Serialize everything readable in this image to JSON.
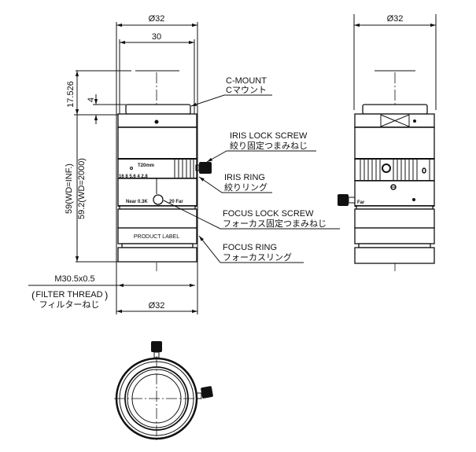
{
  "front_view": {
    "dims": {
      "outer_diameter_top": "Ø32",
      "mount_width": "30",
      "flange_back": "17.526",
      "mount_depth": "4",
      "length_inf": "59(WD=INF.)",
      "length_2000": "59.2(WD=2000)",
      "filter_thread": "M30.5x0.5",
      "outer_diameter_bottom": "Ø32"
    },
    "filter_note": {
      "en": "FILTER THREAD",
      "ja": "フィルターねじ"
    },
    "engravings": {
      "focal": "T20mm",
      "fstops": "5.6",
      "fstops_full": "16 8 5.6  4   2.8",
      "near": "Near 0.3K",
      "far": "20 Far",
      "label": "PRODUCT LABEL"
    }
  },
  "callouts": [
    {
      "en": "C-MOUNT",
      "ja": "Cマウント"
    },
    {
      "en": "IRIS LOCK SCREW",
      "ja": "絞り固定つまみねじ"
    },
    {
      "en": "IRIS RING",
      "ja": "絞りリング"
    },
    {
      "en": "FOCUS LOCK SCREW",
      "ja": "フォーカス固定つまみねじ"
    },
    {
      "en": "FOCUS RING",
      "ja": "フォーカスリング"
    }
  ],
  "side_view": {
    "diameter": "Ø32",
    "engraving": "Far"
  }
}
